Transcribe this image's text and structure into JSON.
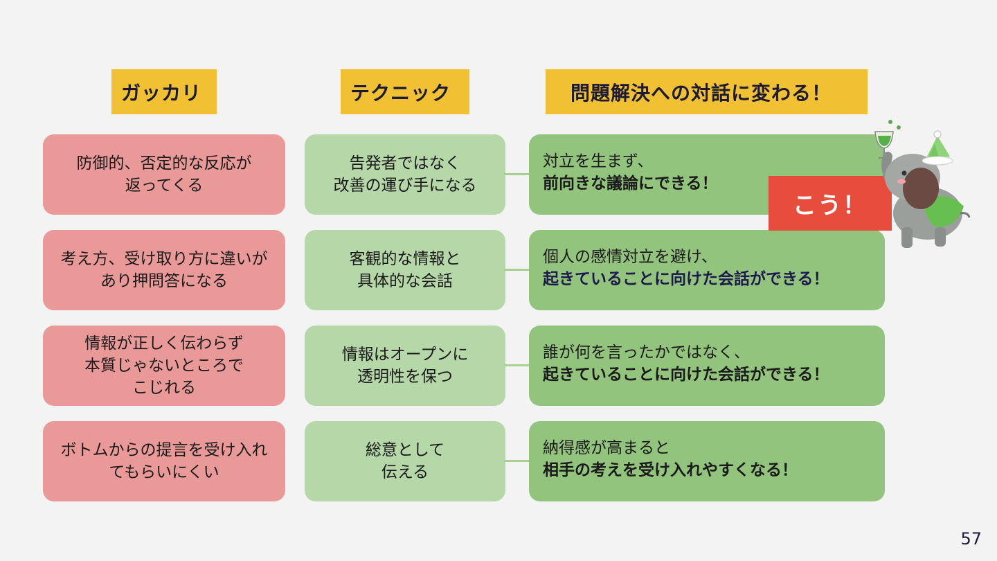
{
  "headers": {
    "col1": "ガッカリ",
    "col2": "テクニック",
    "col3": "問題解決への対話に変わる！"
  },
  "rows": [
    {
      "bad": [
        "防御的、否定的な反応が",
        "返ってくる"
      ],
      "tech": [
        "告発者ではなく",
        "改善の運び手になる"
      ],
      "result_plain": "対立を生まず、",
      "result_strong": "前向きな議論にできる！"
    },
    {
      "bad": [
        "考え方、受け取り方に違いが",
        "あり押問答になる"
      ],
      "tech": [
        "客観的な情報と",
        "具体的な会話"
      ],
      "result_plain": "個人の感情対立を避け、",
      "result_strong": "起きていることに向けた会話ができる！"
    },
    {
      "bad": [
        "情報が正しく伝わらず",
        "本質じゃないところで",
        "こじれる"
      ],
      "tech": [
        "情報はオープンに",
        "透明性を保つ"
      ],
      "result_plain": "誰が何を言ったかではなく、",
      "result_strong": "起きていることに向けた会話ができる！"
    },
    {
      "bad": [
        "ボトムからの提言を受け入れ",
        "てもらいにくい"
      ],
      "tech": [
        "総意として",
        "伝える"
      ],
      "result_plain": "納得感が高まると",
      "result_strong": "相手の考えを受け入れやすくなる！"
    }
  ],
  "badge": "こう！",
  "page_number": "57",
  "colors": {
    "header": "#f2c133",
    "bad": "#ea9999",
    "tech": "#b6d7a8",
    "result": "#93c47d",
    "badge": "#e84c3d"
  },
  "mascot_icon": "party-elephant-icon"
}
